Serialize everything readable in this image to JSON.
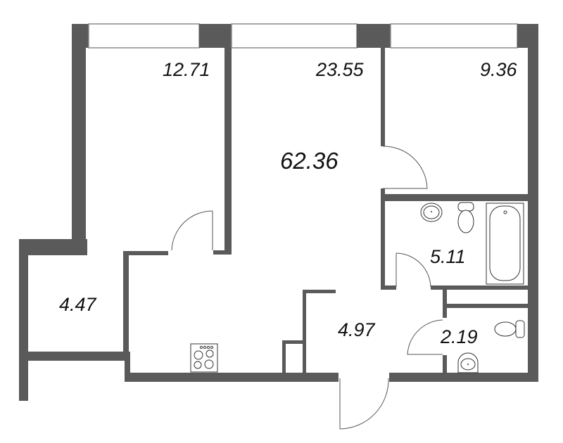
{
  "plan": {
    "total_area": "62.36",
    "wall_color": "#5a5a5a",
    "rooms": [
      {
        "id": "bedroom-left",
        "area": "12.71"
      },
      {
        "id": "living-room",
        "area": "23.55"
      },
      {
        "id": "bedroom-right",
        "area": "9.36"
      },
      {
        "id": "bathroom",
        "area": "5.11"
      },
      {
        "id": "balcony",
        "area": "4.47"
      },
      {
        "id": "hallway",
        "area": "4.97"
      },
      {
        "id": "toilet",
        "area": "2.19"
      }
    ],
    "fixtures": [
      "stove-icon",
      "sink-icon",
      "toilet-icon",
      "bathtub-icon"
    ]
  }
}
